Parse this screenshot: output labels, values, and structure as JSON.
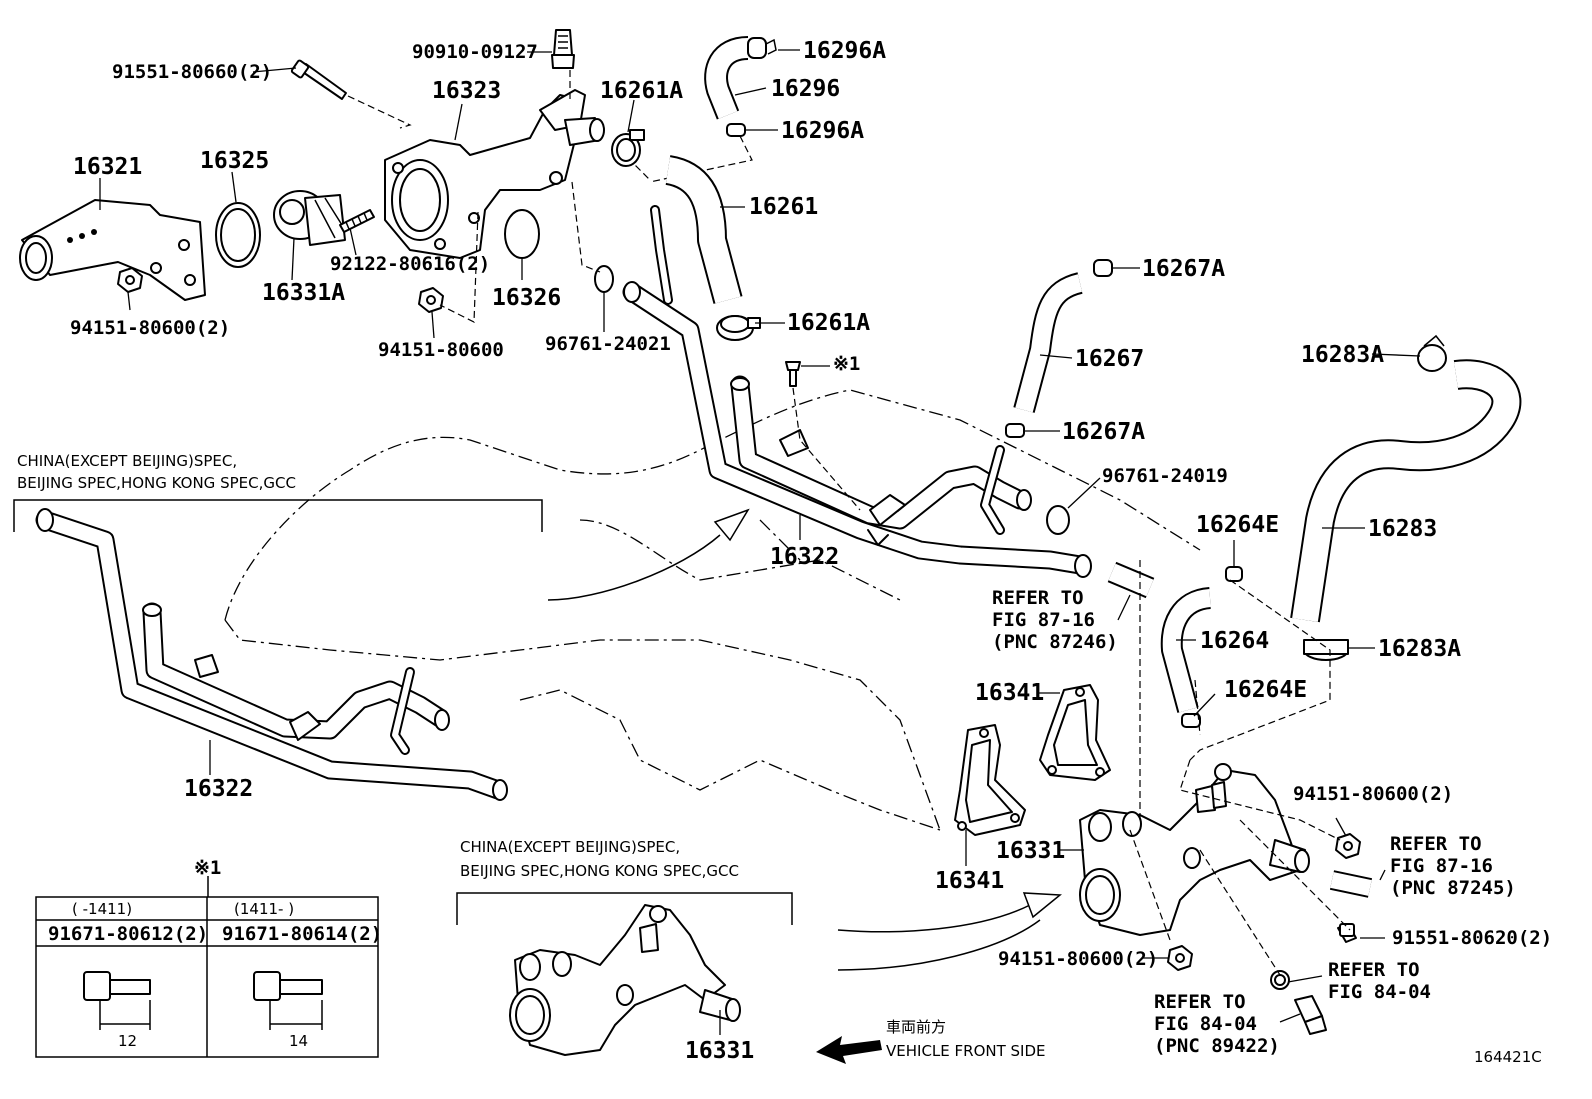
{
  "labels": {
    "p91551_80660": "91551-80660(2)",
    "p90910_09127": "90910-09127",
    "p16323": "16323",
    "p16261A_top": "16261A",
    "p16296A_top": "16296A",
    "p16296": "16296",
    "p16296A_mid": "16296A",
    "p16321": "16321",
    "p16325": "16325",
    "p16261": "16261",
    "p92122_80616": "92122-80616(2)",
    "p16331A": "16331A",
    "p16326": "16326",
    "p94151_80600_left": "94151-80600(2)",
    "p94151_80600_mid": "94151-80600",
    "p96761_24021": "96761-24021",
    "p16261A_mid": "16261A",
    "p16267A_top": "16267A",
    "p16267": "16267",
    "p16267A_mid": "16267A",
    "p16283A_top": "16283A",
    "p16283": "16283",
    "p16283A_bot": "16283A",
    "p96761_24019": "96761-24019",
    "p16264E_top": "16264E",
    "p16264": "16264",
    "p16264E_bot": "16264E",
    "p16322_main": "16322",
    "p16322_alt": "16322",
    "p16341_top": "16341",
    "p16341_bot": "16341",
    "p16331_main": "16331",
    "p16331_alt": "16331",
    "p94151_80600_right": "94151-80600(2)",
    "p94151_80600_bottom": "94151-80600(2)",
    "p91551_80620": "91551-80620(2)",
    "asterisk_marker": "※1",
    "asterisk_table_marker": "※1"
  },
  "refer_blocks": {
    "fig_87_16_a": [
      "REFER TO",
      "FIG 87-16",
      "(PNC 87246)"
    ],
    "fig_87_16_b": [
      "REFER TO",
      "FIG 87-16",
      "(PNC 87245)"
    ],
    "fig_84_04_a": [
      "REFER TO",
      "FIG 84-04"
    ],
    "fig_84_04_b": [
      "REFER TO",
      "FIG 84-04",
      "(PNC 89422)"
    ]
  },
  "spec_notes": {
    "left_line1": "CHINA(EXCEPT BEIJING)SPEC,",
    "left_line2": "BEIJING SPEC,HONG KONG SPEC,GCC",
    "bottom_line1": "CHINA(EXCEPT BEIJING)SPEC,",
    "bottom_line2": "BEIJING SPEC,HONG KONG SPEC,GCC"
  },
  "bolt_table": {
    "col1_range": "(     -1411)",
    "col2_range": "(1411-      )",
    "col1_part": "91671-80612(2)",
    "col2_part": "91671-80614(2)",
    "col1_length": "12",
    "col2_length": "14"
  },
  "direction": {
    "jp": "車両前方",
    "en": "VEHICLE FRONT SIDE"
  },
  "figure_code": "164421C"
}
